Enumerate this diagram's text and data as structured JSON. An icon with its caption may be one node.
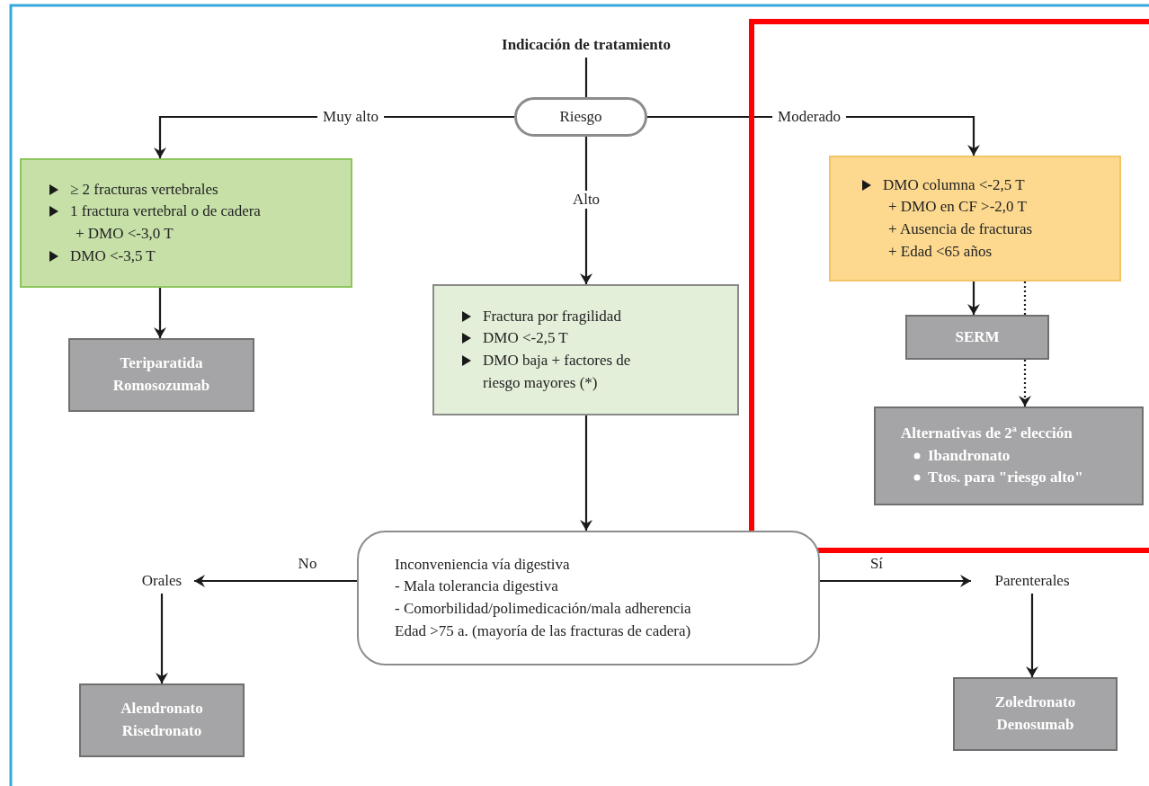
{
  "diagram": {
    "nodes": [
      {
        "text": [
          "Indicación de tratamiento"
        ]
      },
      {
        "text": [
          "Riesgo"
        ]
      },
      {
        "text": [
          "≥ 2 fracturas vertebrales",
          "1 fractura vertebral o de cadera",
          "+ DMO <-3,0 T",
          "DMO <-3,5 T"
        ]
      },
      {
        "text": [
          "Teriparatida Romosozumab"
        ]
      },
      {
        "text": [
          "Fractura por fragilidad",
          "DMO <-2,5 T",
          "DMO baja + factores de riesgo mayores (*)"
        ]
      },
      {
        "text": [
          "DMO columna <-2,5 T",
          "+ DMO en CF >-2,0 T",
          "+ Ausencia de fracturas",
          "+ Edad <65 años"
        ]
      },
      {
        "text": [
          "SERM"
        ]
      },
      {
        "text": [
          "Alternativas de 2ª elección",
          "Ibandronato",
          "Ttos. para \"riesgo alto\""
        ]
      },
      {
        "text": [
          "Inconveniencia vía digestiva",
          "- Mala tolerancia digestiva",
          "- Comorbilidad/polimedicación/mala adherencia",
          "Edad >75 a. (mayoría de las fracturas de cadera)"
        ]
      },
      {
        "text": [
          "Orales"
        ]
      },
      {
        "text": [
          "Parenterales"
        ]
      },
      {
        "text": [
          "Alendronato Risedronato"
        ]
      },
      {
        "text": [
          "Zoledronato Denosumab"
        ]
      }
    ],
    "edges": [
      {
        "from": 0,
        "to": 1,
        "arrow": "none"
      },
      {
        "from": 1,
        "to": 2,
        "arrow": "to",
        "label": "Muy alto"
      },
      {
        "from": 1,
        "to": 4,
        "arrow": "to",
        "label": "Alto"
      },
      {
        "from": 1,
        "to": 5,
        "arrow": "to",
        "label": "Moderado"
      },
      {
        "from": 2,
        "to": 3,
        "arrow": "to"
      },
      {
        "from": 5,
        "to": 6,
        "arrow": "to"
      },
      {
        "from": 5,
        "to": 6,
        "arrow": "none",
        "style": "dashed"
      },
      {
        "from": 6,
        "to": 7,
        "arrow": "to",
        "style": "dashed"
      },
      {
        "from": 4,
        "to": 8,
        "arrow": "to"
      },
      {
        "from": 8,
        "to": 9,
        "arrow": "to",
        "label": "No"
      },
      {
        "from": 8,
        "to": 10,
        "arrow": "to",
        "label": "Sí"
      },
      {
        "from": 9,
        "to": 11,
        "arrow": "to"
      },
      {
        "from": 10,
        "to": 12,
        "arrow": "to"
      }
    ]
  }
}
